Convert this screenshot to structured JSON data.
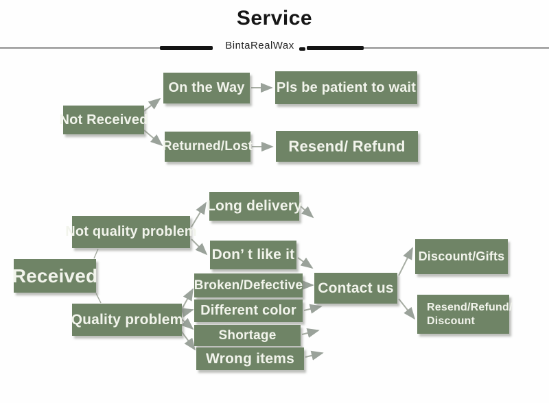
{
  "header": {
    "title": "Service",
    "brand": "BintaRealWax"
  },
  "nodes": {
    "not_received": {
      "label": "Not Received"
    },
    "on_the_way": {
      "label": "On the Way"
    },
    "pls_wait": {
      "label": "Pls be patient to wait"
    },
    "returned_lost": {
      "label": "Returned/Lost"
    },
    "resend_refund": {
      "label": "Resend/ Refund"
    },
    "received": {
      "label": "Received"
    },
    "not_quality": {
      "label": "Not quality problem"
    },
    "quality": {
      "label": "Quality problem"
    },
    "long_delivery": {
      "label": "Long delivery"
    },
    "dont_like": {
      "label": "Don’ t like it"
    },
    "broken": {
      "label": "Broken/Defective"
    },
    "different_color": {
      "label": "Different color"
    },
    "shortage": {
      "label": "Shortage"
    },
    "wrong_items": {
      "label": "Wrong items"
    },
    "contact_us": {
      "label": "Contact us"
    },
    "discount_gifts": {
      "label": "Discount/Gifts"
    },
    "resend_refund_discount": {
      "label": "Resend/Refund/\nDiscount"
    }
  },
  "colors": {
    "box_green": "#6f8466",
    "box_text": "#f2f4ec",
    "arrow": "#a7ada3",
    "arrowhead": "#9aa29a",
    "title_text": "#161616",
    "rule_gray": "#8f8f8f",
    "rule_black": "#141414"
  }
}
